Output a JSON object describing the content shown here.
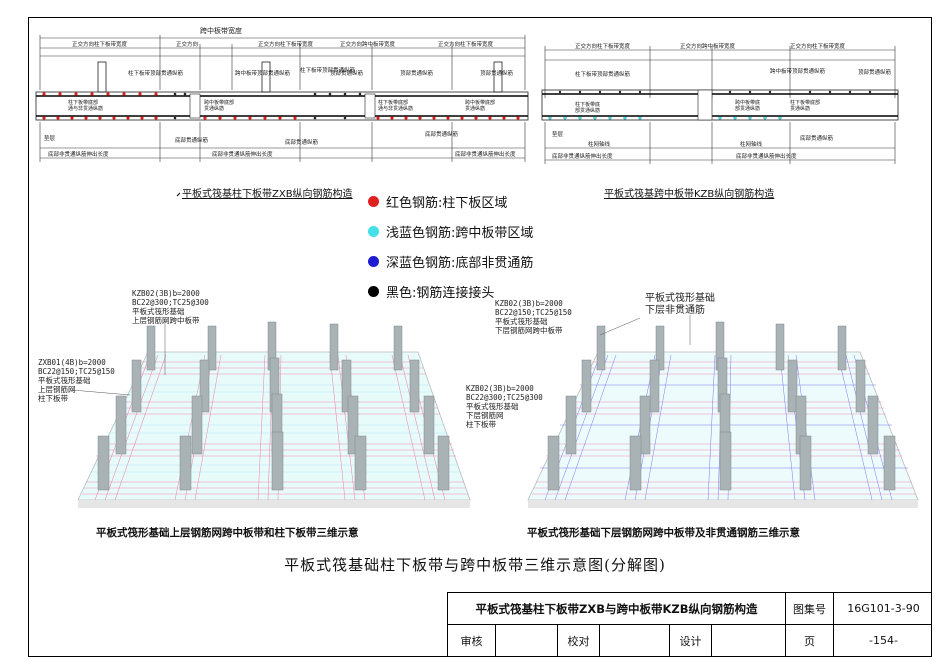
{
  "top_left_diagram": {
    "top_dimension_label": "跨中板带宽度",
    "dim_labels": [
      "正交方向柱下板带宽度",
      "正交方向",
      "正交方向柱下板带宽度",
      "正交方向跨中板带宽度",
      "正交方向柱下板带宽度"
    ],
    "top_rebar_labels": [
      "柱下板带顶部贯通纵筋",
      "跨中板带顶部贯通纵筋",
      "柱下板带顶部贯通纵筋",
      "顶部贯通纵筋",
      "顶部贯通纵筋",
      "顶部贯通纵筋"
    ],
    "inner_labels": [
      "柱下板带底部\n通与非贯通纵筋",
      "跨中板带底部\n贯通纵筋",
      "柱下板带底部\n通与非贯通纵筋",
      "跨中板带底部\n贯通纵筋"
    ],
    "bottom_labels": [
      "垫层",
      "底部非贯通纵筋伸出长度",
      "底部贯通纵筋",
      "底部非贯通纵筋伸出长度",
      "底部贯通纵筋",
      "底部非贯通纵筋伸出长度",
      "底部贯通纵筋"
    ],
    "caption": "平板式筏基柱下板带ZXB纵向钢筋构造"
  },
  "top_right_diagram": {
    "dim_labels": [
      "正交方向柱下板带宽度",
      "正交方向跨中板带宽度",
      "正交方向柱下板带宽度"
    ],
    "top_rebar_labels": [
      "柱下板带顶部贯通纵筋",
      "跨中板带顶部贯通纵筋",
      "顶部贯通纵筋"
    ],
    "inner_labels": [
      "柱下板带底\n部贯通纵筋",
      "跨中板带底\n部贯通纵筋",
      "柱下板带底部\n贯通纵筋"
    ],
    "bottom_labels": [
      "垫层",
      "柱网轴线",
      "柱网轴线",
      "底部非贯通纵筋伸出长度",
      "底部贯通纵筋",
      "底部非贯通纵筋伸出长度"
    ],
    "caption": "平板式筏基跨中板带KZB纵向钢筋构造"
  },
  "legend": [
    {
      "color": "#e0201e",
      "label": "红色钢筋:柱下板区域"
    },
    {
      "color": "#43e0e8",
      "label": "浅蓝色钢筋:跨中板带区域"
    },
    {
      "color": "#1c1cd0",
      "label": "深蓝色钢筋:底部非贯通筋"
    },
    {
      "color": "#000000",
      "label": "黑色:钢筋连接接头"
    }
  ],
  "left_3d": {
    "label_top": "KZB02(3B)b=2000\nBC22@300;TC25@300\n平板式筏形基础\n上层钢筋网跨中板带",
    "label_left": "ZXB01(4B)b=2000\nBC22@150;TC25@150\n平板式筏形基础\n上层钢筋网\n柱下板带",
    "caption": "平板式筏形基础上层钢筋网跨中板带和柱下板带三维示意"
  },
  "right_3d": {
    "label_top": "KZB02(3B)b=2000\nBC22@150;TC25@150\n平板式筏形基础\n下层钢筋网跨中板带",
    "label_right_top": "平板式筏形基础\n下层非贯通筋",
    "label_left": "KZB02(3B)b=2000\nBC22@300;TC25@300\n平板式筏形基础\n下层钢筋网\n柱下板带",
    "caption": "平板式筏形基础下层钢筋网跨中板带及非贯通钢筋三维示意"
  },
  "main_title": "平板式筏基础柱下板带与跨中板带三维示意图(分解图)",
  "title_block": {
    "title": "平板式筏基柱下板带ZXB与跨中板带KZB纵向钢筋构造",
    "atlas_label": "图集号",
    "atlas_number": "16G101-3-90",
    "review_label": "审核",
    "check_label": "校对",
    "design_label": "设计",
    "page_label": "页",
    "page_number": "-154-"
  },
  "colors": {
    "red": "#e0201e",
    "cyan": "#43e0e8",
    "blue": "#1c1cd0",
    "column": "#a9b3b6"
  }
}
